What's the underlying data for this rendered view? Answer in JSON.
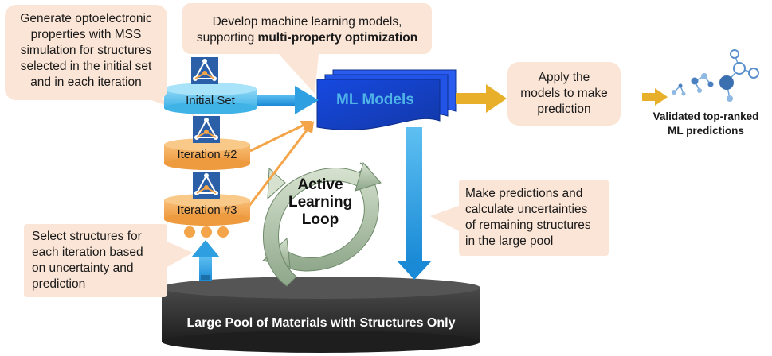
{
  "callouts": {
    "generate": [
      "Generate optoelectronic",
      "properties with MSS",
      "simulation for structures",
      "selected in the initial set",
      "and in each iteration"
    ],
    "develop_line1": "Develop machine learning models,",
    "develop_line2_plain": "supporting ",
    "develop_line2_bold": "multi-property optimization",
    "apply": [
      "Apply the",
      "models to make",
      "prediction"
    ],
    "predict": [
      "Make predictions and",
      "calculate uncertainties",
      "of remaining structures",
      "in the large pool"
    ],
    "select": [
      "Select structures for",
      "each iteration based",
      "on uncertainty and",
      "prediction"
    ]
  },
  "nodes": {
    "initial_set": "Initial Set",
    "iteration_2": "Iteration #2",
    "iteration_3": "Iteration #3",
    "ml_models": "ML Models",
    "loop": [
      "Active",
      "Learning",
      "Loop"
    ],
    "pool": "Large Pool of Materials with Structures Only",
    "validated": [
      "Validated top-ranked",
      "ML predictions"
    ]
  },
  "colors": {
    "callout_bg": "#fbe5d6",
    "cyan": "#5bc0eb",
    "orange": "#f4a54a",
    "blue_arrow": "#2e9fe0",
    "gold_arrow": "#e8b02a",
    "ml_blue": "#1f4fd8",
    "loop_green": "#b9c9b0",
    "pool_dark": "#3a3a3a",
    "icon_blue": "#2b5fa8"
  }
}
